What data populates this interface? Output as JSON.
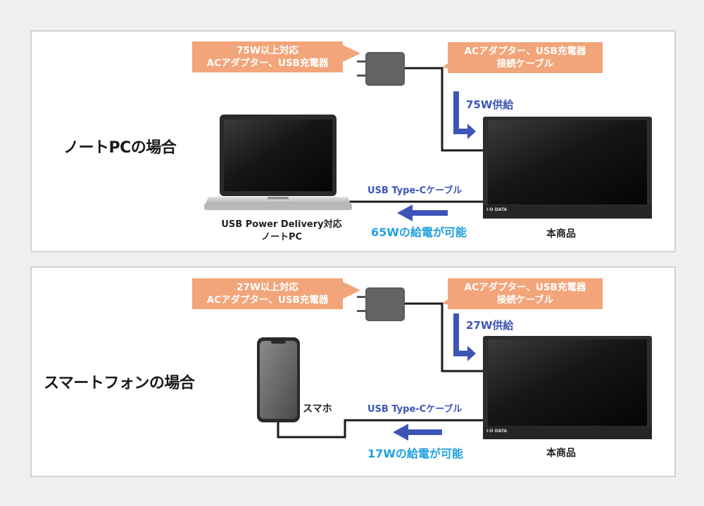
{
  "laptop_case": {
    "title": "ノートPCの場合",
    "adapter_callout": [
      "75W以上対応",
      "ACアダプター、USB充電器"
    ],
    "cable_callout": [
      "ACアダプター、USB充電器",
      "接続ケーブル"
    ],
    "supply_label": "75W供給",
    "usb_cable_label": "USB Type-Cケーブル",
    "output_label": "65Wの給電が可能",
    "device_label": [
      "USB Power Delivery対応",
      "ノートPC"
    ],
    "product_label": "本商品",
    "monitor_logo": "I·O DATA"
  },
  "phone_case": {
    "title": "スマートフォンの場合",
    "adapter_callout": [
      "27W以上対応",
      "ACアダプター、USB充電器"
    ],
    "cable_callout": [
      "ACアダプター、USB充電器",
      "接続ケーブル"
    ],
    "supply_label": "27W供給",
    "usb_cable_label": "USB Type-Cケーブル",
    "output_label": "17Wの給電が可能",
    "device_label": "スマホ",
    "product_label": "本商品",
    "monitor_logo": "I·O DATA"
  },
  "colors": {
    "callout": "#f2a57a",
    "arrow_blue": "#3d55b8",
    "output_cyan": "#1fa0dd",
    "cable": "#1a1a1a"
  }
}
